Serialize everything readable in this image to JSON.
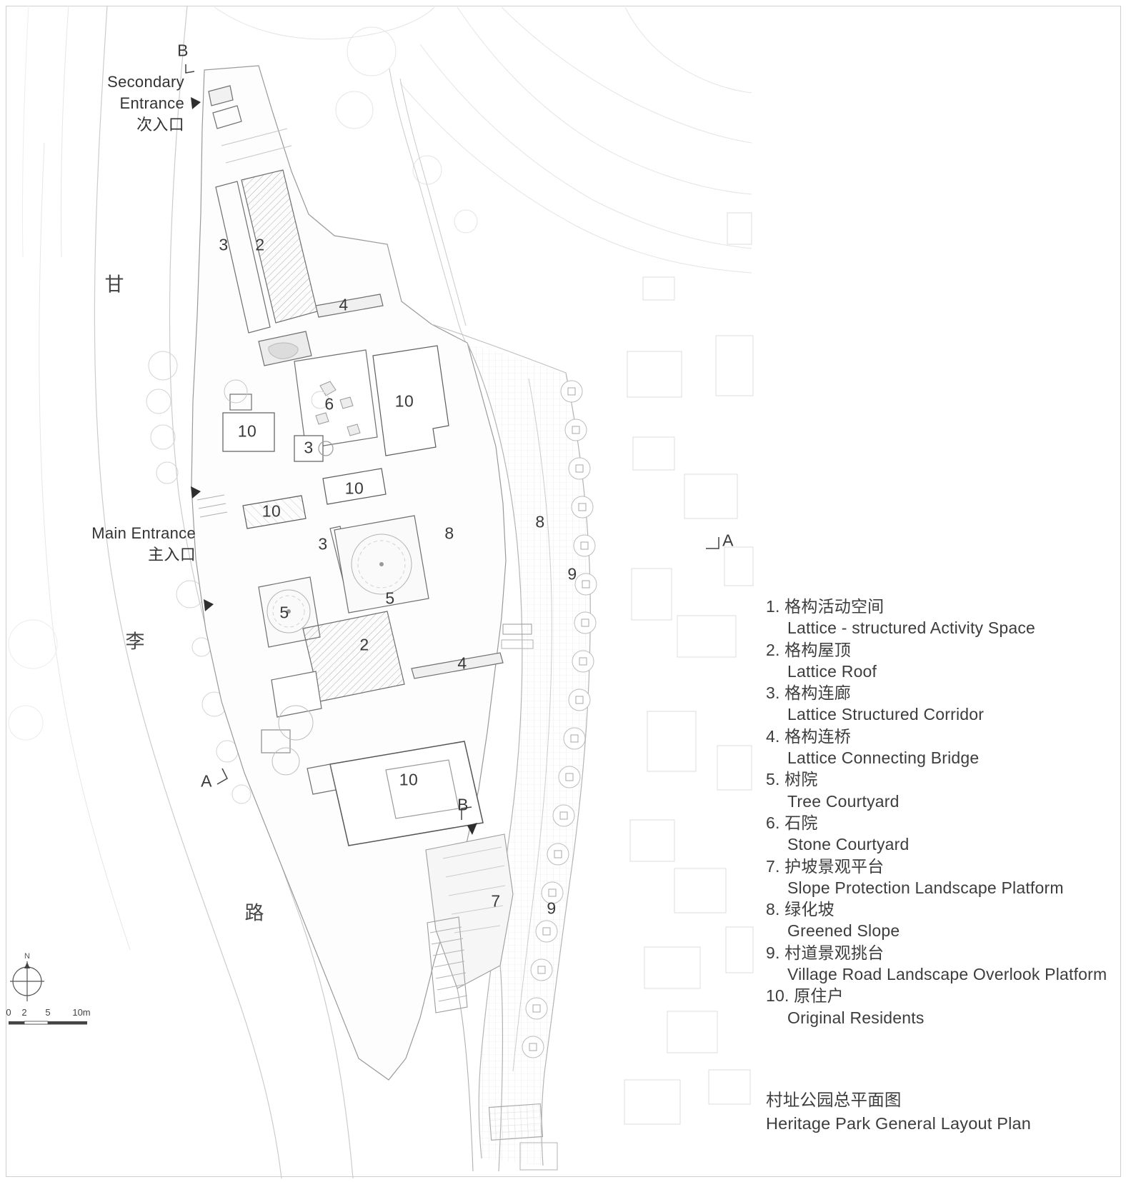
{
  "meta": {
    "title_zh": "村址公园总平面图",
    "title_en": "Heritage Park General Layout Plan"
  },
  "entrances": {
    "secondary_en": "Secondary Entrance",
    "secondary_zh": "次入口",
    "main_en": "Main Entrance",
    "main_zh": "主入口"
  },
  "streets": [
    "甘",
    "李",
    "路"
  ],
  "sections": {
    "a": "A",
    "b": "B"
  },
  "north_label": "N",
  "scalebar": {
    "labels": [
      "0",
      "2",
      "5",
      "10m"
    ]
  },
  "plan_labels": [
    "3",
    "2",
    "4",
    "6",
    "10",
    "10",
    "3",
    "10",
    "10",
    "8",
    "8",
    "9",
    "3",
    "5",
    "5",
    "2",
    "4",
    "10",
    "7",
    "9"
  ],
  "legend": {
    "items": [
      {
        "zh": "1. 格构活动空间",
        "en": "Lattice - structured Activity Space"
      },
      {
        "zh": "2. 格构屋顶",
        "en": "Lattice Roof"
      },
      {
        "zh": "3. 格构连廊",
        "en": "Lattice Structured Corridor"
      },
      {
        "zh": "4. 格构连桥",
        "en": "Lattice Connecting Bridge"
      },
      {
        "zh": "5. 树院",
        "en": "Tree Courtyard"
      },
      {
        "zh": "6. 石院",
        "en": "Stone Courtyard"
      },
      {
        "zh": "7. 护坡景观平台",
        "en": "Slope Protection Landscape Platform"
      },
      {
        "zh": "8. 绿化坡",
        "en": "Greened Slope"
      },
      {
        "zh": "9. 村道景观挑台",
        "en": "Village Road Landscape Overlook Platform"
      },
      {
        "zh": "10. 原住户",
        "en": "Original Residents"
      }
    ]
  }
}
